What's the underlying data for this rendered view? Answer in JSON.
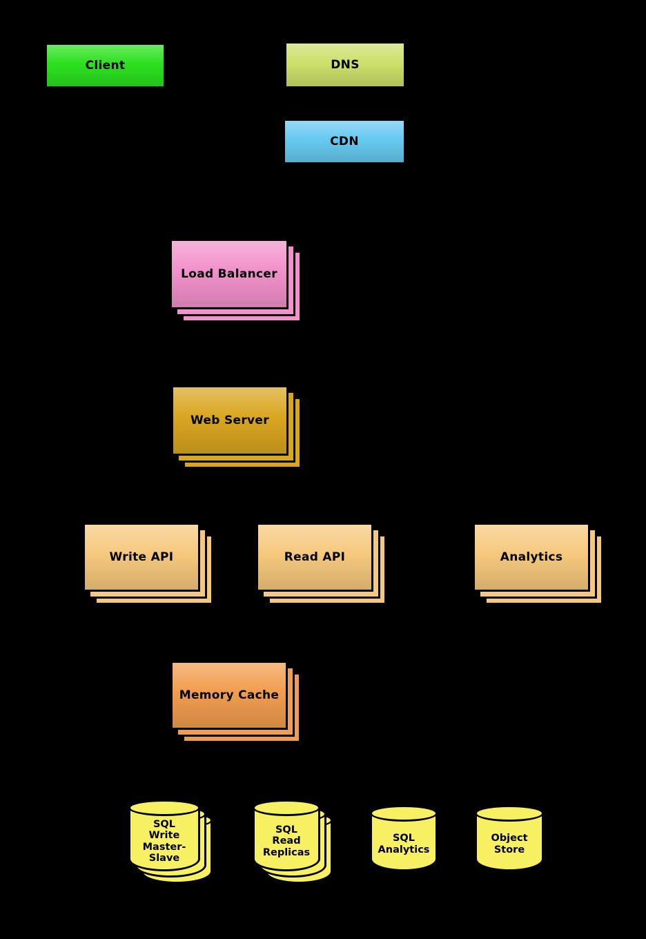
{
  "diagram": {
    "background_color": "#000000",
    "nodes": {
      "client": {
        "label": "Client",
        "color": "#2ce11f",
        "stacked": false
      },
      "dns": {
        "label": "DNS",
        "color": "#cde06a",
        "stacked": false
      },
      "cdn": {
        "label": "CDN",
        "color": "#66c9f0",
        "stacked": false
      },
      "load_balancer": {
        "label": "Load Balancer",
        "color": "#f291cb",
        "stacked": true
      },
      "web_server": {
        "label": "Web Server",
        "color": "#d9a620",
        "stacked": true
      },
      "write_api": {
        "label": "Write API",
        "color": "#f6c87d",
        "stacked": true
      },
      "read_api": {
        "label": "Read API",
        "color": "#f6c87d",
        "stacked": true
      },
      "analytics": {
        "label": "Analytics",
        "color": "#f6c87d",
        "stacked": true
      },
      "memory_cache": {
        "label": "Memory Cache",
        "color": "#f19d4e",
        "stacked": true
      },
      "sql_write_master_slave": {
        "label": "SQL\nWrite\nMaster-\nSlave",
        "color": "#f7f063",
        "stacked": true
      },
      "sql_read_replicas": {
        "label": "SQL\nRead\nReplicas",
        "color": "#f7f063",
        "stacked": true
      },
      "sql_analytics": {
        "label": "SQL\nAnalytics",
        "color": "#f7f063",
        "stacked": false
      },
      "object_store": {
        "label": "Object\nStore",
        "color": "#f7f063",
        "stacked": false
      }
    }
  }
}
